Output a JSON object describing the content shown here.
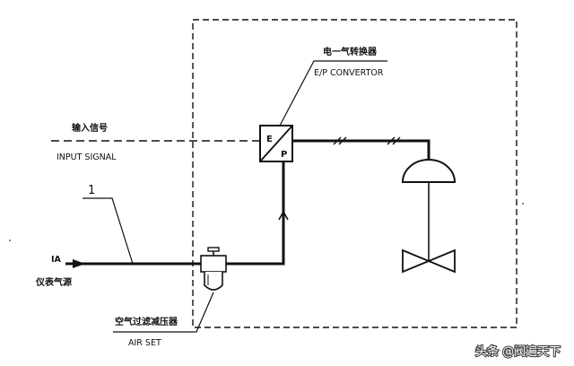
{
  "labels": {
    "ep_cn": "电一气转换器",
    "ep_en": "E/P CONVERTOR",
    "ep_box_top": "E",
    "ep_box_bottom": "P",
    "input_cn": "输入信号",
    "input_en": "INPUT SIGNAL",
    "callout_number": "1",
    "ia_en": "IA",
    "ia_cn": "仪表气源",
    "airset_cn": "空气过滤减压器",
    "airset_en": "AIR SET"
  },
  "watermark": {
    "text": "头条 @阀遍天下"
  },
  "colors": {
    "line": "#111111",
    "background": "#ffffff"
  }
}
